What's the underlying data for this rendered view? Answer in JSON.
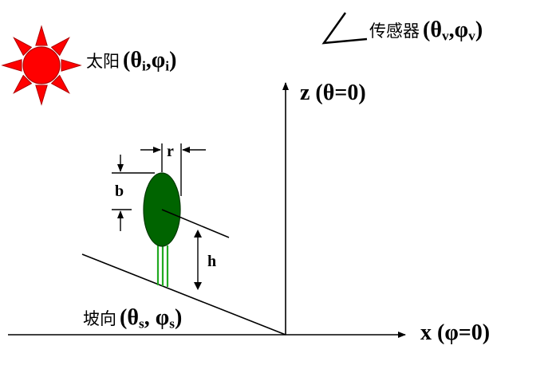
{
  "sun": {
    "label": "太阳",
    "open": "(",
    "theta": "θ",
    "theta_sub": "i",
    "sep": ",",
    "phi": "φ",
    "phi_sub": "i",
    "close": ")",
    "icon": "sun-icon",
    "fill": "#ff0000"
  },
  "sensor": {
    "label": "传感器",
    "open": "(",
    "theta": "θ",
    "theta_sub": "v",
    "sep": ",",
    "phi": "φ",
    "phi_sub": "v",
    "close": ")",
    "icon": "sensor-icon"
  },
  "slope": {
    "label": "坡向",
    "open": "(",
    "theta": "θ",
    "theta_sub": "s",
    "sep": ", ",
    "phi": "φ",
    "phi_sub": "s",
    "close": ")"
  },
  "axes": {
    "z_label": "z (θ=0)",
    "x_label": "x (φ=0)"
  },
  "tree": {
    "crown_color": "#006400",
    "trunk_color": "#22aa22",
    "r_label": "r",
    "b_label": "b",
    "h_label": "h"
  }
}
